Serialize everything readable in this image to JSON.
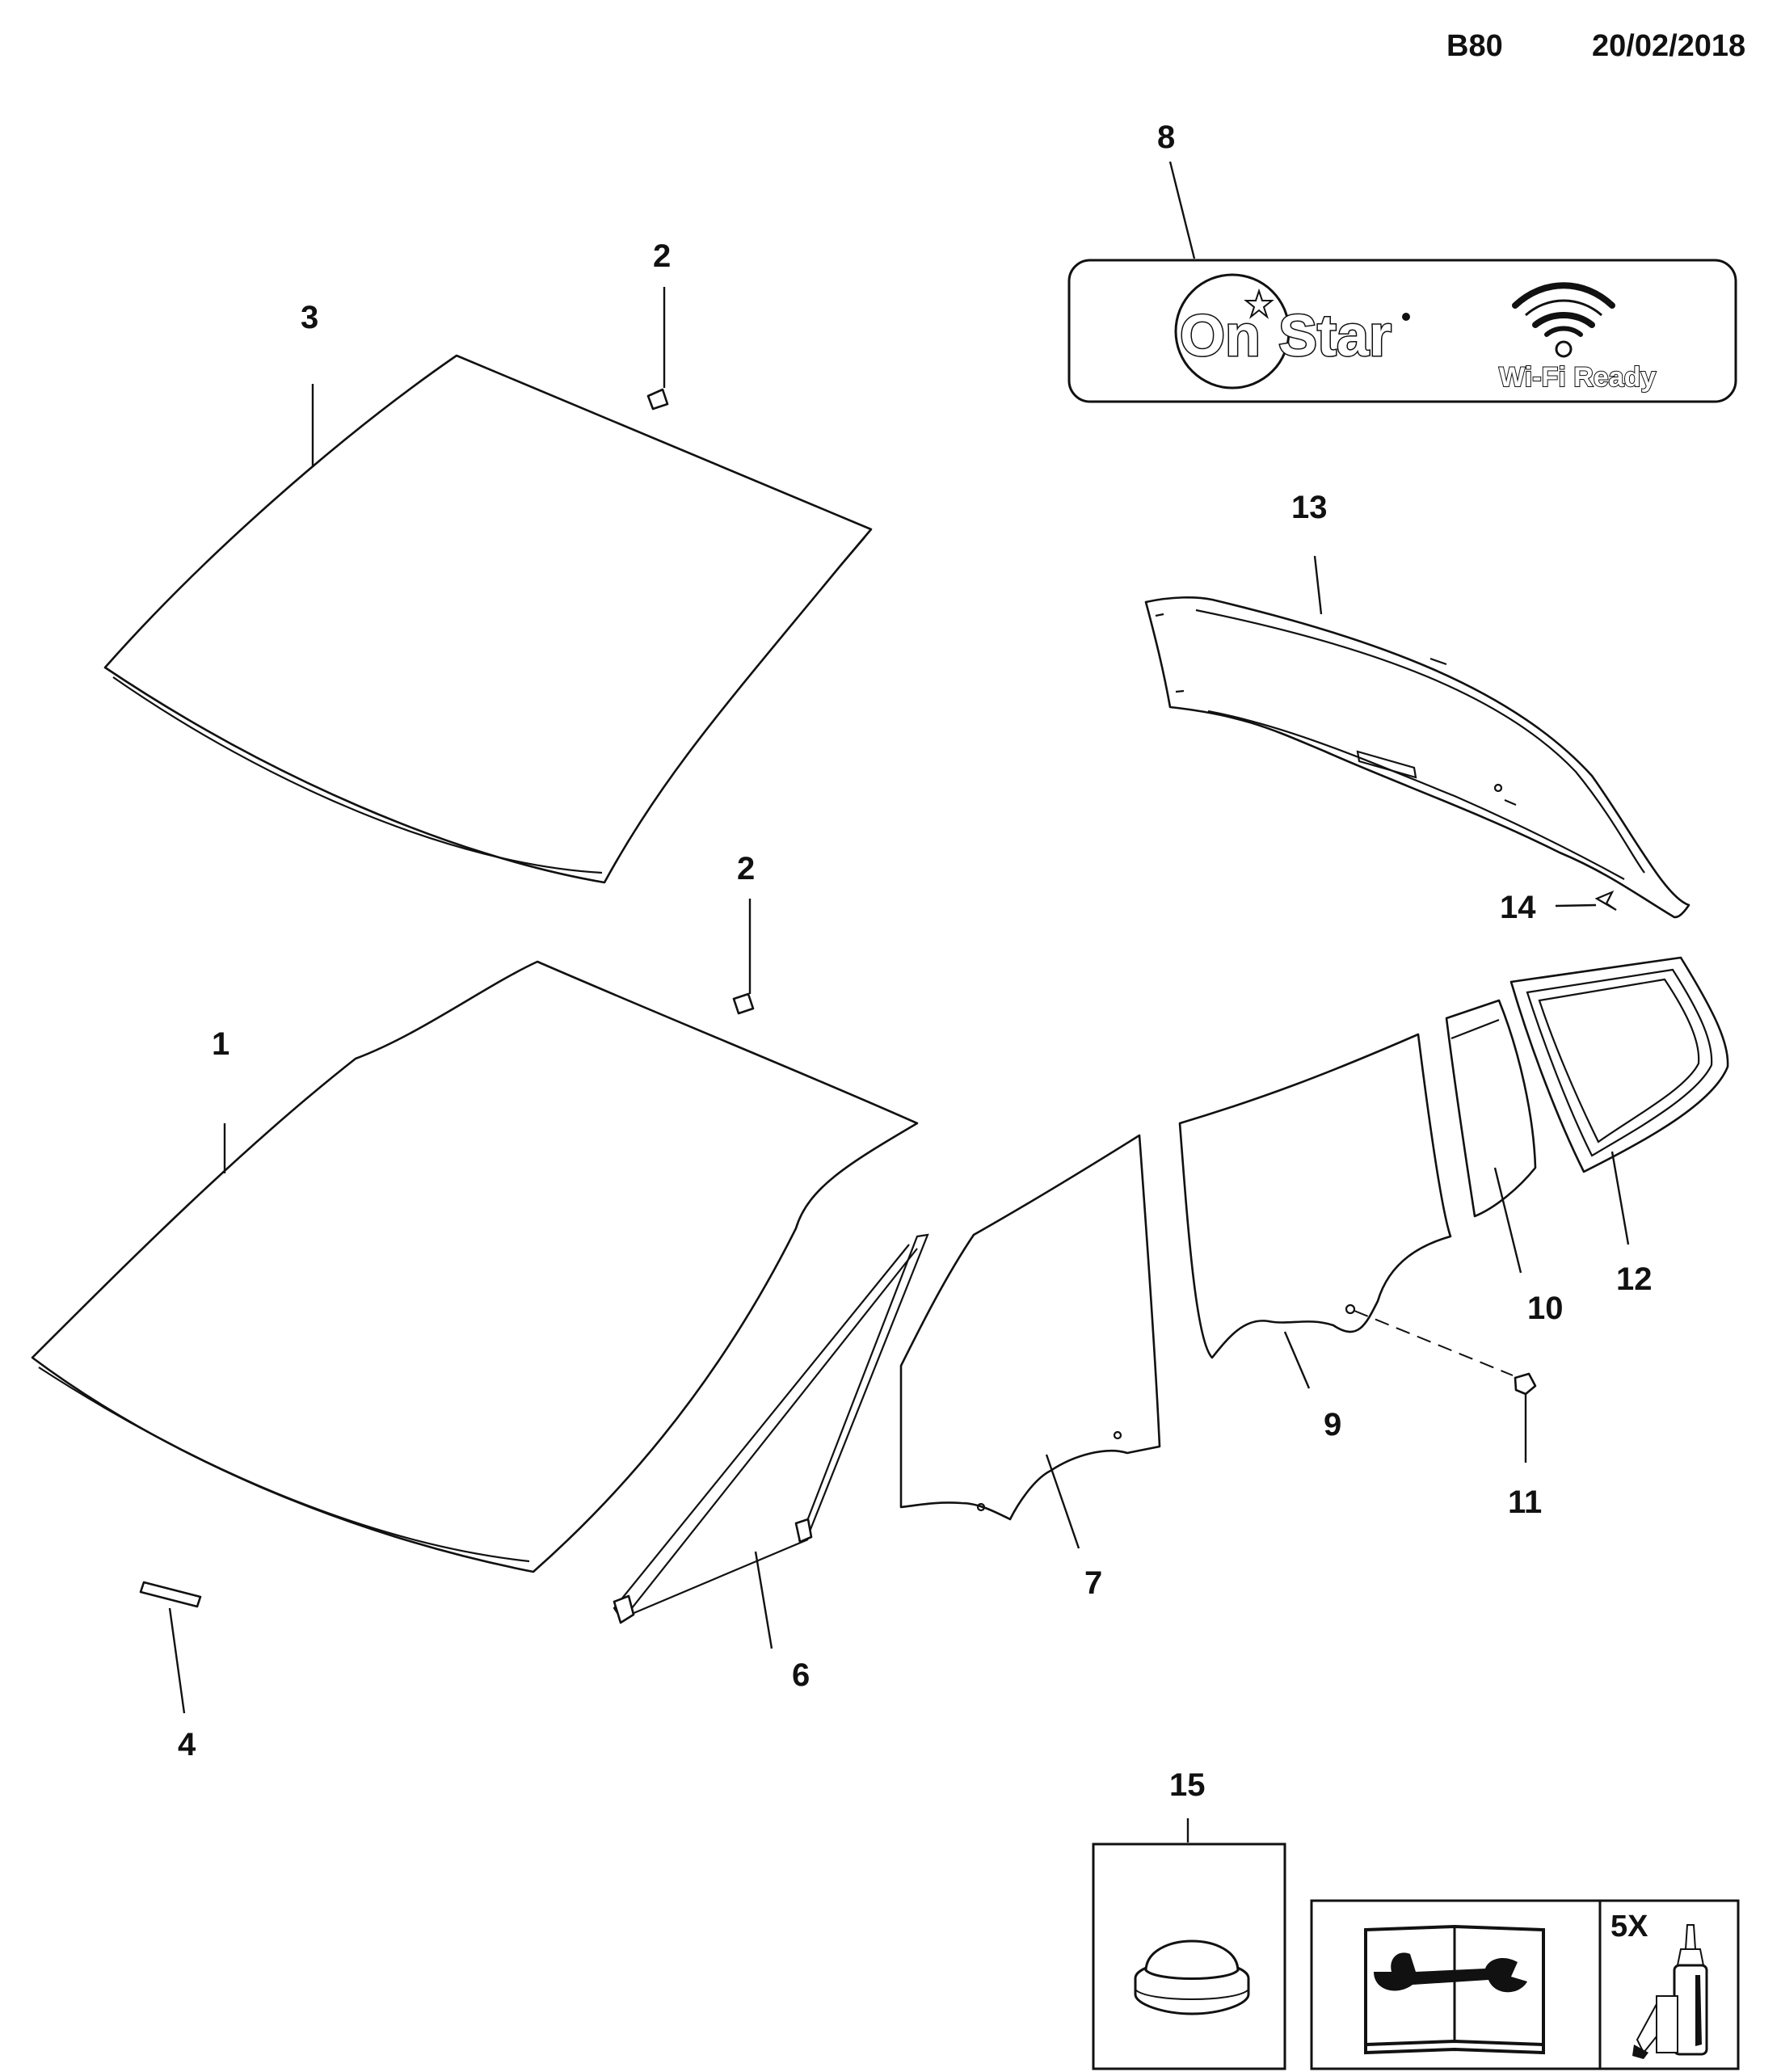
{
  "header": {
    "code": "B80",
    "date": "20/02/2018"
  },
  "callouts": [
    {
      "id": "1",
      "label": "1"
    },
    {
      "id": "2a",
      "label": "2"
    },
    {
      "id": "2b",
      "label": "2"
    },
    {
      "id": "3",
      "label": "3"
    },
    {
      "id": "4",
      "label": "4"
    },
    {
      "id": "6",
      "label": "6"
    },
    {
      "id": "7",
      "label": "7"
    },
    {
      "id": "8",
      "label": "8"
    },
    {
      "id": "9",
      "label": "9"
    },
    {
      "id": "10",
      "label": "10"
    },
    {
      "id": "11",
      "label": "11"
    },
    {
      "id": "12",
      "label": "12"
    },
    {
      "id": "13",
      "label": "13"
    },
    {
      "id": "14",
      "label": "14"
    },
    {
      "id": "15",
      "label": "15"
    }
  ],
  "onstar_label": {
    "brand_text_1": "On",
    "brand_text_2": "Star",
    "wifi_text": "Wi-Fi Ready",
    "brand_icon": "onstar-logo",
    "wifi_icon": "wifi-icon"
  },
  "service_box": {
    "quantity": "5X",
    "manual_icon": "repair-manual-icon",
    "adhesive_icon": "adhesive-bottle-icon"
  }
}
